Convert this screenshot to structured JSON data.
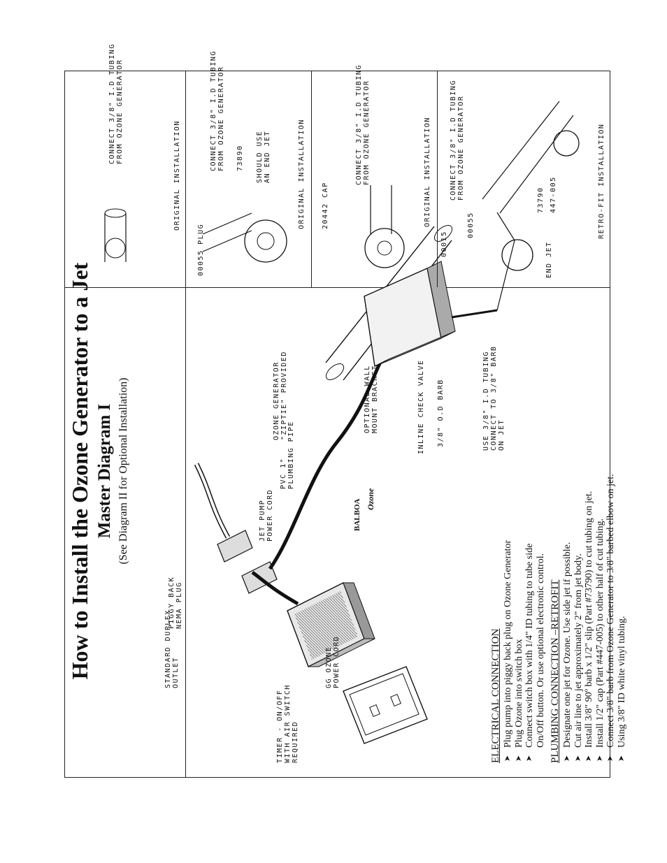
{
  "title": "How to Install the Ozone Generator to a Jet",
  "subtitle": "Master Diagram I",
  "note": "(See Diagram II for Optional Installation)",
  "electrical": {
    "heading": "ELECTRICAL CONNECTION",
    "items": [
      "Plug pump into piggy back plug on Ozone Generator",
      "Plug Ozone into switch box",
      "Connect switch box with 1/4\" ID tubing to tube side",
      "On/Off button. Or use optional electronic control."
    ]
  },
  "plumbing": {
    "heading": "PLUMBING CONNECTION –RETROFIT",
    "items": [
      "Designate one jet for Ozone. Use side jet if possible.",
      "Cut air line to jet approximately 2\" from jet body.",
      "Install 3/8\" 90º barb x 1/2\" slip (Part #73790) to cut tubing on jet.",
      "Install 1/2\" cap (Part #447-005) to other half of cut tubing.",
      "Connect 3/8\" barb from Ozone Generator to 3/8\" barbed elbow on jet.",
      "Using 3/8\" ID white vinyl tubing."
    ]
  },
  "main_labels": {
    "timer": "TIMER - ON/OFF\nWITH AIR SWITCH\nREQUIRED",
    "outlet": "STANDARD DUPLEX\nOUTLET",
    "piggy": "PIGGY BACK\nNEMA PLUG",
    "jet_cord": "JET PUMP\nPOWER CORD",
    "gg_cord": "GG OZONE\nPOWER CORD",
    "pvc": "PVC 1\"\nPLUMBING PIPE",
    "ozone_gen": "OZONE GENERATOR\n\"ZIPTIE\" PROVIDED",
    "wall": "OPTIONAL WALL\nMOUNT BRACKET",
    "check": "INLINE CHECK VALVE",
    "barb": "3/8\" O.D BARB",
    "use_tubing": "USE 3/8\" I.D TUBING\nCONNECT TO 3/8\" BARB\nON JET",
    "box_brand": "BALBOA",
    "box_name": "Ozone"
  },
  "panels": [
    {
      "caption": "ORIGINAL INSTALLATION",
      "connect": "CONNECT 3/8\" I.D TUBING\nFROM OZONE GENERATOR"
    },
    {
      "caption": "ORIGINAL INSTALLATION",
      "connect": "CONNECT 3/8\" I.D TUBING\nFROM OZONE GENERATOR",
      "part": "73890",
      "should": "SHOULD USE\nAN END JET",
      "plug": "00055 PLUG"
    },
    {
      "caption": "ORIGINAL INSTALLATION",
      "connect": "CONNECT 3/8\" I.D TUBING\nFROM OZONE GENERATOR",
      "cap": "20442 CAP"
    },
    {
      "caption": "RETRO-FIT INSTALLATION",
      "connect": "CONNECT 3/8\" I.D TUBING\nFROM OZONE GENERATOR",
      "p1": "00015",
      "p2": "00055",
      "p3": "73790",
      "p4": "447-005",
      "end_jet": "END JET"
    }
  ]
}
